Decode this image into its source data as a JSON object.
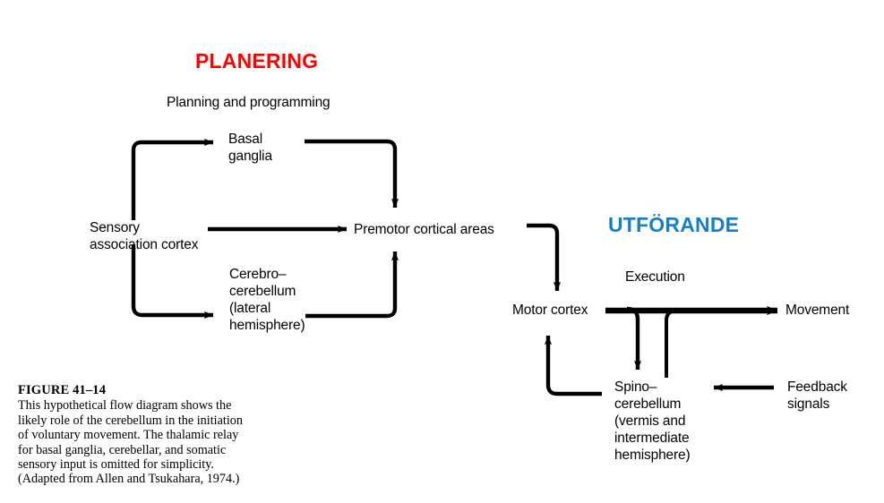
{
  "figure": {
    "phases": [
      {
        "id": "planning",
        "label": "PLANERING",
        "color": "#FF0000"
      },
      {
        "id": "execution",
        "label": "UTFÖRANDE",
        "color": "#1480CD"
      }
    ],
    "section_headings": [
      {
        "id": "planning-subtitle",
        "label": "Planning and programming"
      },
      {
        "id": "execution-subtitle",
        "label": "Execution"
      }
    ],
    "nodes": [
      {
        "id": "sensory-association-cortex",
        "label": "Sensory\nassociation cortex"
      },
      {
        "id": "basal-ganglia",
        "label": "Basal\nganglia"
      },
      {
        "id": "cerebro-cerebellum",
        "label": "Cerebro–\ncerebellum\n(lateral\nhemisphere)"
      },
      {
        "id": "premotor-cortical-areas",
        "label": "Premotor cortical areas"
      },
      {
        "id": "motor-cortex",
        "label": "Motor cortex"
      },
      {
        "id": "spino-cerebellum",
        "label": "Spino–\ncerebellum\n(vermis and\nintermediate\nhemisphere)"
      },
      {
        "id": "movement",
        "label": "Movement"
      },
      {
        "id": "feedback-signals",
        "label": "Feedback\nsignals"
      }
    ],
    "edges": [
      {
        "from": "sensory-association-cortex",
        "to": "basal-ganglia"
      },
      {
        "from": "sensory-association-cortex",
        "to": "premotor-cortical-areas"
      },
      {
        "from": "sensory-association-cortex",
        "to": "cerebro-cerebellum"
      },
      {
        "from": "basal-ganglia",
        "to": "premotor-cortical-areas"
      },
      {
        "from": "cerebro-cerebellum",
        "to": "premotor-cortical-areas"
      },
      {
        "from": "premotor-cortical-areas",
        "to": "motor-cortex"
      },
      {
        "from": "motor-cortex",
        "to": "movement"
      },
      {
        "from": "motor-cortex",
        "to": "spino-cerebellum"
      },
      {
        "from": "spino-cerebellum",
        "to": "movement-pathway"
      },
      {
        "from": "spino-cerebellum",
        "to": "motor-cortex"
      },
      {
        "from": "feedback-signals",
        "to": "spino-cerebellum"
      }
    ],
    "line_color": "#000000"
  },
  "caption": {
    "title": "FIGURE  41–14",
    "body": "This hypothetical flow diagram shows the likely role of the cerebellum in the initiation of voluntary movement. The thalamic relay for basal ganglia, cerebellar, and somatic sensory input is omitted for simplicity. (Adapted from Allen and Tsukahara, 1974.)"
  }
}
